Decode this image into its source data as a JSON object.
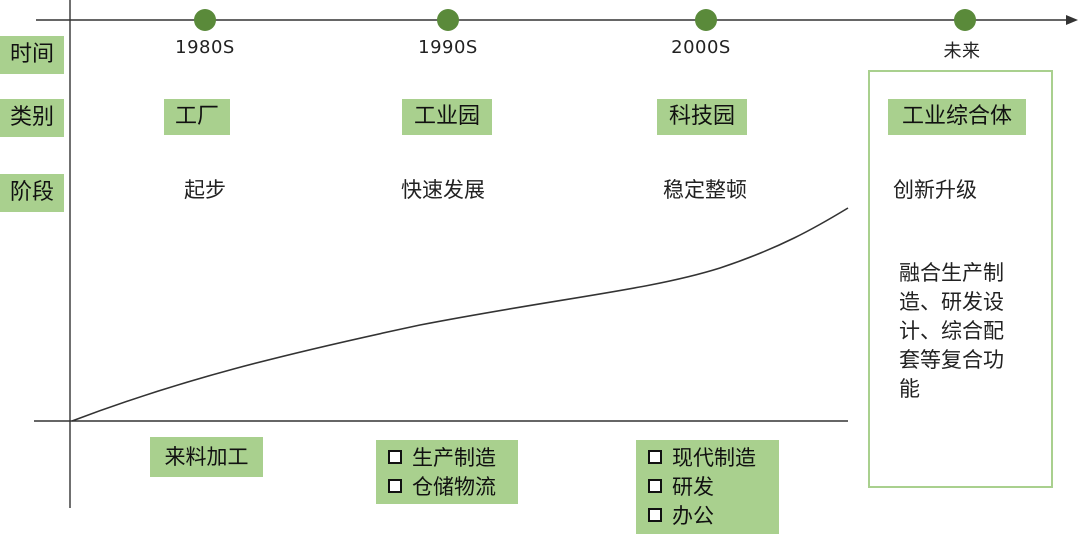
{
  "row_labels": {
    "time": "时间",
    "category": "类别",
    "stage": "阶段"
  },
  "eras": [
    "1980S",
    "1990S",
    "2000S",
    "未来"
  ],
  "categories": [
    "工厂",
    "工业园",
    "科技园",
    "工业综合体"
  ],
  "stages": [
    "起步",
    "快速发展",
    "稳定整顿",
    "创新升级"
  ],
  "future_description": "融合生产制造、研发设计、综合配套等复合功能",
  "functions": {
    "1980S": [
      "来料加工"
    ],
    "1990S": [
      "生产制造",
      "仓储物流"
    ],
    "2000S": [
      "现代制造",
      "研发",
      "办公"
    ]
  },
  "colors": {
    "accent_green": "#a9d08e",
    "dot_green": "#5a8a3a",
    "axis": "#333333"
  }
}
